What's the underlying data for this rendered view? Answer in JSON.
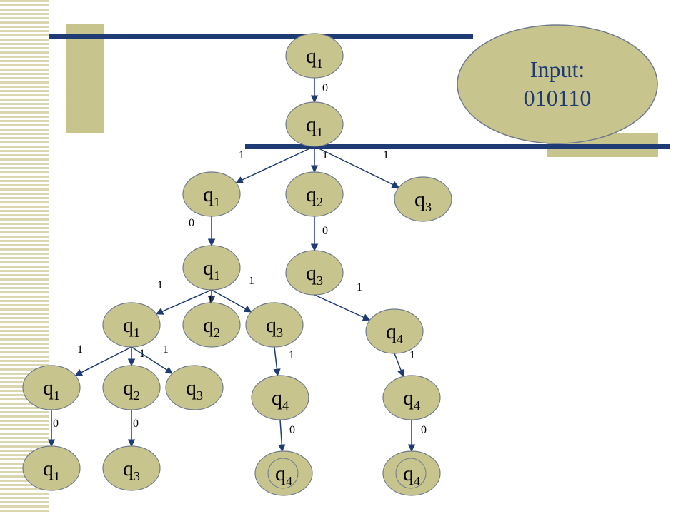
{
  "input_callout": {
    "label": "Input:",
    "string": "010110"
  },
  "colors": {
    "node_fill": "#c8c48e",
    "node_stroke": "#6f7a8c",
    "edge": "#1f3b73",
    "bar": "#1f3b73"
  },
  "states": [
    {
      "id": "n0",
      "base": "q",
      "sub": "1",
      "accepting": false
    },
    {
      "id": "n1",
      "base": "q",
      "sub": "1",
      "accepting": false
    },
    {
      "id": "n2",
      "base": "q",
      "sub": "1",
      "accepting": false
    },
    {
      "id": "n3",
      "base": "q",
      "sub": "2",
      "accepting": false
    },
    {
      "id": "n4",
      "base": "q",
      "sub": "3",
      "accepting": false
    },
    {
      "id": "n5",
      "base": "q",
      "sub": "1",
      "accepting": false
    },
    {
      "id": "n6",
      "base": "q",
      "sub": "3",
      "accepting": false
    },
    {
      "id": "n7",
      "base": "q",
      "sub": "1",
      "accepting": false
    },
    {
      "id": "n8",
      "base": "q",
      "sub": "2",
      "accepting": false
    },
    {
      "id": "n9",
      "base": "q",
      "sub": "3",
      "accepting": false
    },
    {
      "id": "n10",
      "base": "q",
      "sub": "4",
      "accepting": false
    },
    {
      "id": "n11",
      "base": "q",
      "sub": "1",
      "accepting": false
    },
    {
      "id": "n12",
      "base": "q",
      "sub": "2",
      "accepting": false
    },
    {
      "id": "n13",
      "base": "q",
      "sub": "3",
      "accepting": false
    },
    {
      "id": "n14",
      "base": "q",
      "sub": "4",
      "accepting": false
    },
    {
      "id": "n15",
      "base": "q",
      "sub": "4",
      "accepting": false
    },
    {
      "id": "n16",
      "base": "q",
      "sub": "1",
      "accepting": false
    },
    {
      "id": "n17",
      "base": "q",
      "sub": "3",
      "accepting": false
    },
    {
      "id": "n18",
      "base": "q",
      "sub": "4",
      "accepting": true
    },
    {
      "id": "n19",
      "base": "q",
      "sub": "4",
      "accepting": true
    }
  ],
  "edges": [
    {
      "from": "n0",
      "to": "n1",
      "label": "0"
    },
    {
      "from": "n1",
      "to": "n2",
      "label": "1"
    },
    {
      "from": "n1",
      "to": "n3",
      "label": "1"
    },
    {
      "from": "n1",
      "to": "n4",
      "label": "1"
    },
    {
      "from": "n2",
      "to": "n5",
      "label": "0"
    },
    {
      "from": "n3",
      "to": "n6",
      "label": "0"
    },
    {
      "from": "n5",
      "to": "n7",
      "label": "1"
    },
    {
      "from": "n5",
      "to": "n8",
      "label": "1"
    },
    {
      "from": "n5",
      "to": "n9",
      "label": "1"
    },
    {
      "from": "n6",
      "to": "n10",
      "label": "1"
    },
    {
      "from": "n7",
      "to": "n11",
      "label": "1"
    },
    {
      "from": "n7",
      "to": "n12",
      "label": "1"
    },
    {
      "from": "n7",
      "to": "n13",
      "label": "1"
    },
    {
      "from": "n9",
      "to": "n14",
      "label": "1"
    },
    {
      "from": "n10",
      "to": "n15",
      "label": "1"
    },
    {
      "from": "n11",
      "to": "n16",
      "label": "0"
    },
    {
      "from": "n12",
      "to": "n17",
      "label": "0"
    },
    {
      "from": "n14",
      "to": "n18",
      "label": "0"
    },
    {
      "from": "n15",
      "to": "n19",
      "label": "0"
    }
  ]
}
